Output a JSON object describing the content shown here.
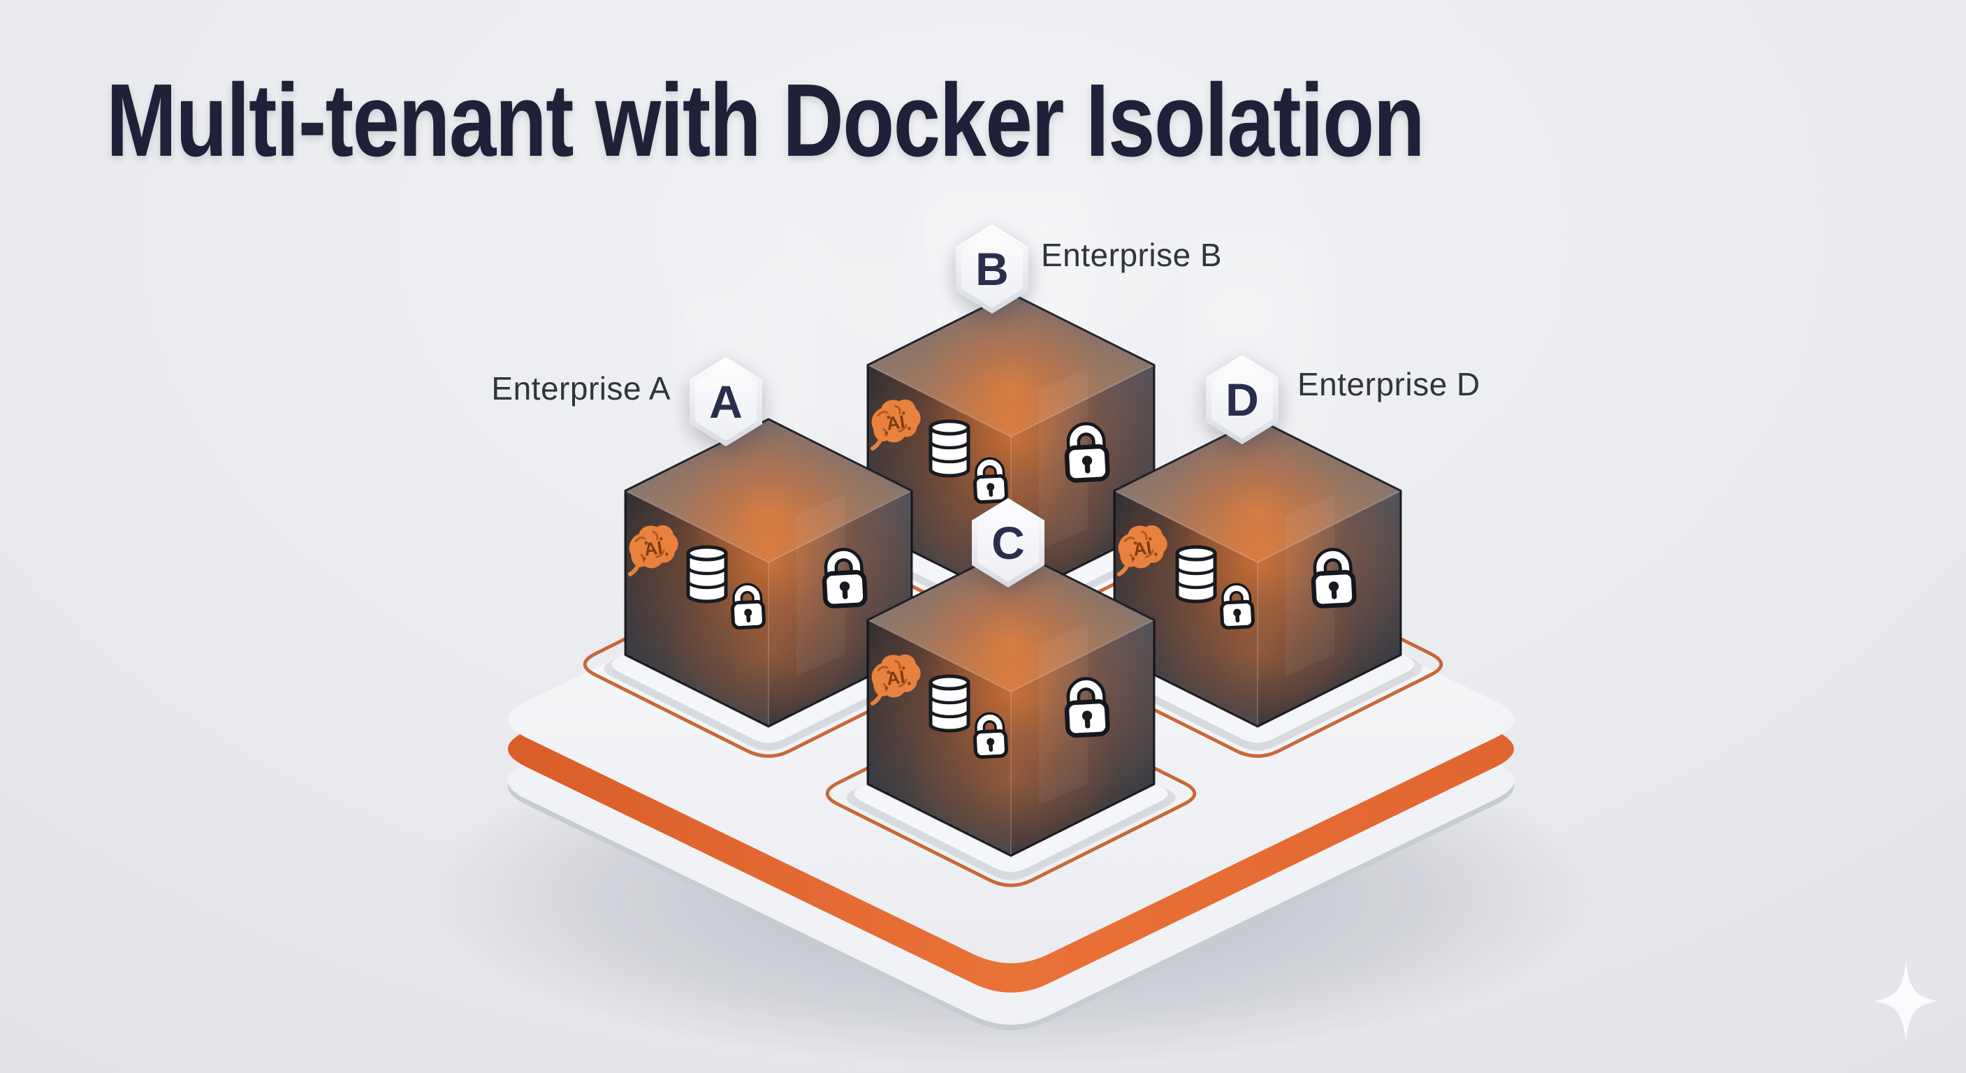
{
  "slide": {
    "title": "Multi-tenant with Docker Isolation"
  },
  "badges": [
    {
      "letter": "A"
    },
    {
      "letter": "B"
    },
    {
      "letter": "C"
    },
    {
      "letter": "D"
    }
  ],
  "labels": [
    {
      "text": "Enterprise A"
    },
    {
      "text": "Enterprise B"
    },
    {
      "text": "Enterprise D"
    }
  ],
  "icons": {
    "ai_label": "AI",
    "ai_brain": "ai-brain-icon",
    "database": "database-icon",
    "padlock": "padlock-icon",
    "sparkle": "sparkle-icon"
  },
  "colors": {
    "background": "#e8e9ed",
    "title": "#1e2138",
    "accent_orange": "#e0682f",
    "platform_white": "#f5f6f9",
    "cube_face_dark": "#2b313a",
    "glow_orange": "#ec7a34",
    "label_text": "#30343c",
    "badge_letter": "#2a2e4e"
  }
}
